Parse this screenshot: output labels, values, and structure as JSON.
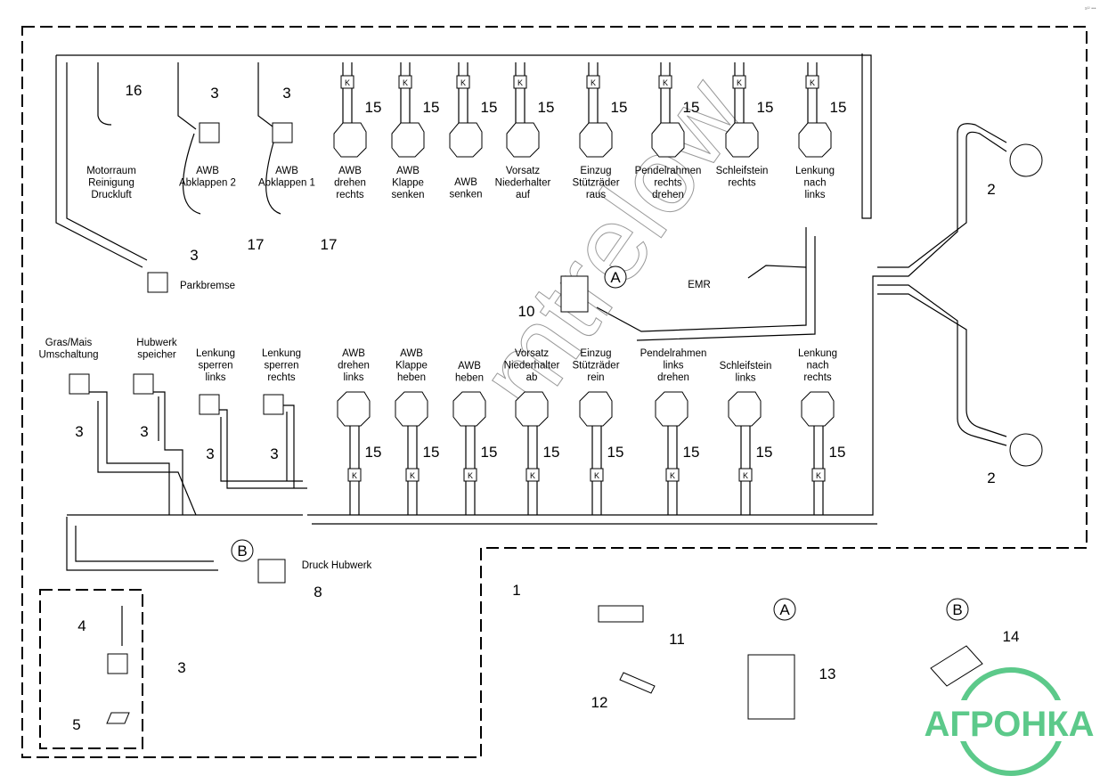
{
  "corner_text": "s²² •••",
  "top_labels": [
    {
      "lines": [
        "Motorraum",
        "Reinigung",
        "Druckluft"
      ]
    },
    {
      "lines": [
        "AWB",
        "Abklappen 2"
      ]
    },
    {
      "lines": [
        "AWB",
        "Abklappen 1"
      ]
    },
    {
      "lines": [
        "AWB",
        "drehen",
        "rechts"
      ]
    },
    {
      "lines": [
        "AWB",
        "Klappe",
        "senken"
      ]
    },
    {
      "lines": [
        "AWB",
        "senken"
      ]
    },
    {
      "lines": [
        "Vorsatz",
        "Niederhalter",
        "auf"
      ]
    },
    {
      "lines": [
        "Einzug",
        "Stützräder",
        "raus"
      ]
    },
    {
      "lines": [
        "Pendelrahmen",
        "rechts",
        "drehen"
      ]
    },
    {
      "lines": [
        "Schleifstein",
        "rechts"
      ]
    },
    {
      "lines": [
        "Lenkung",
        "nach",
        "links"
      ]
    }
  ],
  "bottom_labels": [
    {
      "lines": [
        "Gras/Mais",
        "Umschaltung"
      ]
    },
    {
      "lines": [
        "Hubwerk",
        "speicher"
      ]
    },
    {
      "lines": [
        "Lenkung",
        "sperren",
        "links"
      ]
    },
    {
      "lines": [
        "Lenkung",
        "sperren",
        "rechts"
      ]
    },
    {
      "lines": [
        "AWB",
        "drehen",
        "links"
      ]
    },
    {
      "lines": [
        "AWB",
        "Klappe",
        "heben"
      ]
    },
    {
      "lines": [
        "AWB",
        "heben"
      ]
    },
    {
      "lines": [
        "Vorsatz",
        "Niederhalter",
        "ab"
      ]
    },
    {
      "lines": [
        "Einzug",
        "Stützräder",
        "rein"
      ]
    },
    {
      "lines": [
        "Pendelrahmen",
        "links",
        "drehen"
      ]
    },
    {
      "lines": [
        "Schleifstein",
        "links"
      ]
    },
    {
      "lines": [
        "Lenkung",
        "nach",
        "rechts"
      ]
    }
  ],
  "other_labels": {
    "parkbremse": "Parkbremse",
    "emr": "EMR",
    "druck_hubwerk": "Druck Hubwerk"
  },
  "callouts": {
    "n16": "16",
    "n3": "3",
    "n15": "15",
    "n17": "17",
    "n2": "2",
    "n10": "10",
    "n8": "8",
    "n1": "1",
    "n4": "4",
    "n5": "5",
    "n11": "11",
    "n12": "12",
    "n13": "13",
    "n14": "14",
    "A": "A",
    "B": "B",
    "K": "K"
  },
  "watermark": "АГРОНКА",
  "watermark_color": "#5cc98a",
  "diagonal_watermark": "mtrelow"
}
